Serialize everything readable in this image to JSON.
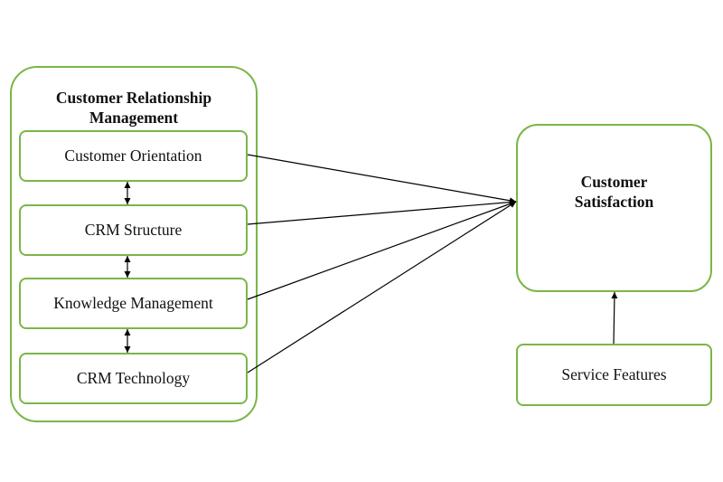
{
  "diagram": {
    "group": {
      "title": "Customer Relationship\nManagement",
      "items": [
        {
          "label": "Customer Orientation"
        },
        {
          "label": "CRM Structure"
        },
        {
          "label": "Knowledge Management"
        },
        {
          "label": "CRM Technology"
        }
      ]
    },
    "target": {
      "label": "Customer\nSatisfaction"
    },
    "service": {
      "label": "Service Features"
    },
    "colors": {
      "border": "#7ab648",
      "line": "#000000"
    },
    "edges": [
      {
        "from": "Customer Orientation",
        "to": "Customer Satisfaction",
        "type": "arrow"
      },
      {
        "from": "CRM Structure",
        "to": "Customer Satisfaction",
        "type": "arrow"
      },
      {
        "from": "Knowledge Management",
        "to": "Customer Satisfaction",
        "type": "arrow"
      },
      {
        "from": "CRM Technology",
        "to": "Customer Satisfaction",
        "type": "arrow"
      },
      {
        "from": "Service Features",
        "to": "Customer Satisfaction",
        "type": "arrow"
      },
      {
        "from": "Customer Orientation",
        "to": "CRM Structure",
        "type": "bidirectional"
      },
      {
        "from": "CRM Structure",
        "to": "Knowledge Management",
        "type": "bidirectional"
      },
      {
        "from": "Knowledge Management",
        "to": "CRM Technology",
        "type": "bidirectional"
      }
    ]
  }
}
